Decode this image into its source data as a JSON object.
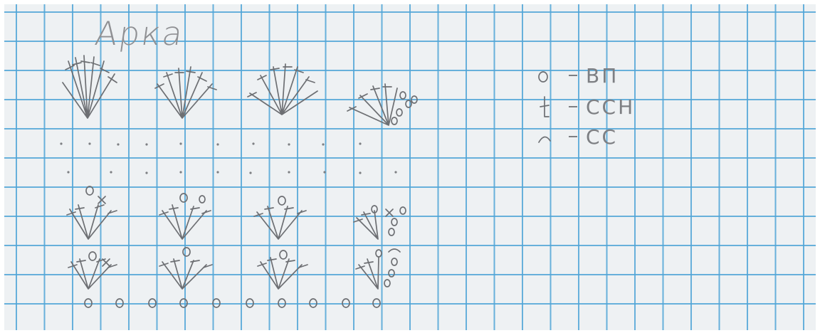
{
  "title": "Арка",
  "legend": [
    {
      "symbol": "chain-icon",
      "label": "ВП"
    },
    {
      "symbol": "double-crochet-icon",
      "label": "ССН"
    },
    {
      "symbol": "slip-stitch-icon",
      "label": "СС"
    }
  ],
  "colors": {
    "grid": "#50a5d7",
    "paper": "#eef1f3",
    "ink": "#6d6f73"
  }
}
